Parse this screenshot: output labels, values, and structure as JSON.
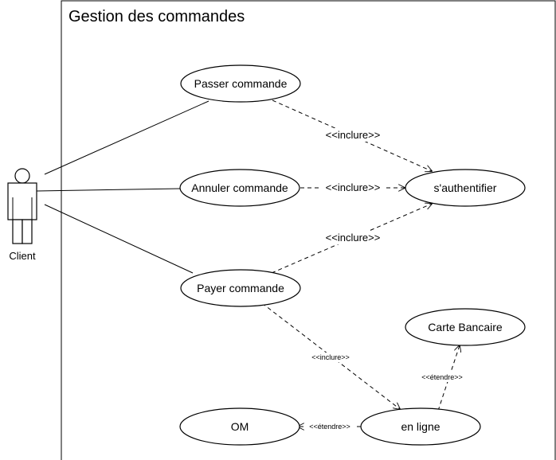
{
  "system": {
    "title": "Gestion des commandes"
  },
  "actor": {
    "name": "Client"
  },
  "use_cases": {
    "passer": "Passer commande",
    "annuler": "Annuler commande",
    "payer": "Payer commande",
    "authentifier": "s'authentifier",
    "carte": "Carte Bancaire",
    "om": "OM",
    "en_ligne": "en ligne"
  },
  "relations": {
    "passer_auth": "<<inclure>>",
    "annuler_auth": "<<inclure>>",
    "payer_auth": "<<inclure>>",
    "payer_enligne": "<<inclure>>",
    "enligne_carte": "<<étendre>>",
    "enligne_om": "<<étendre>>"
  }
}
